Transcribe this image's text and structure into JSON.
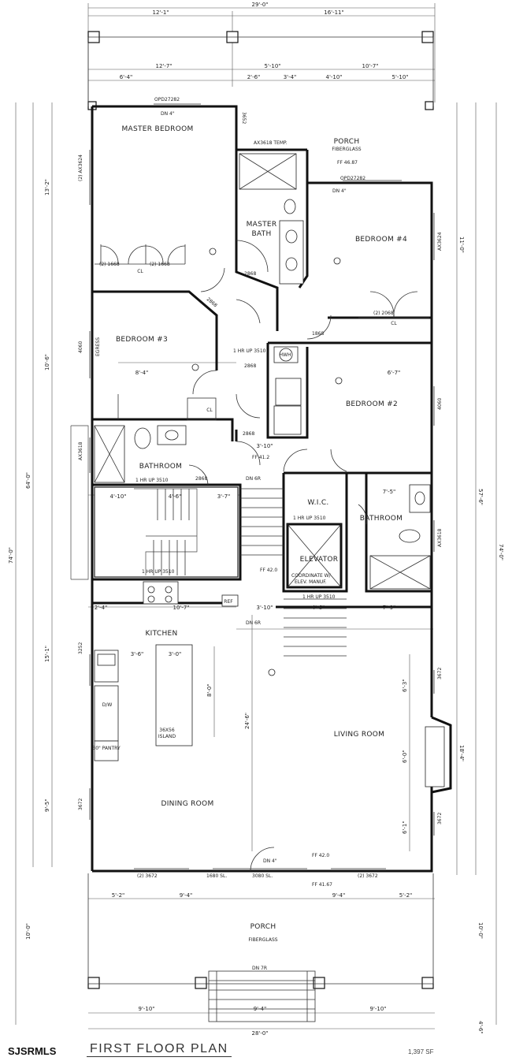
{
  "title": "FIRST FLOOR PLAN",
  "square_feet": "1,397 SF",
  "mls_label": "SJSRMLS",
  "rooms": {
    "master_bedroom": "MASTER BEDROOM",
    "porch_top": "PORCH",
    "porch_top_sub": "FIBERGLASS",
    "master_bath_1": "MASTER",
    "master_bath_2": "BATH",
    "bedroom4": "BEDROOM #4",
    "bedroom3": "BEDROOM #3",
    "bedroom2": "BEDROOM #2",
    "bathroom_left": "BATHROOM",
    "bathroom_right": "BATHROOM",
    "wic": "W.I.C.",
    "elevator": "ELEVATOR",
    "kitchen": "KITCHEN",
    "living_room": "LIVING ROOM",
    "dining_room": "DINING ROOM",
    "porch_bottom": "PORCH",
    "porch_bottom_sub": "FIBERGLASS",
    "pantry": "30\" PANTRY",
    "island_1": "36X56",
    "island_2": "ISLAND",
    "dw": "D/W",
    "ref": "REF",
    "hwh": "HWH",
    "cl_master": "CL",
    "cl_bed4": "CL",
    "cl_bed3": "CL"
  },
  "notes": {
    "dn4_top": "DN 4\"",
    "opd_top": "OPD27282",
    "ax3618_temp": "AX3618 TEMP.",
    "ff_468": "FF 46.87",
    "opd_bed4": "OPD27282",
    "dn4_bed4": "DN 4\"",
    "dn4_bottom": "DN 4\"",
    "dn7r": "DN 7R",
    "ff_412": "FF 41.2",
    "ff_420a": "FF 42.0",
    "ff_420b": "FF 42.0",
    "ff_416": "FF 41.67",
    "dn6r_a": "DN 6R",
    "dn6r_b": "DN 6R",
    "hr_up_a": "1 HR UP 3510",
    "hr_up_b": "1 HR UP 3510",
    "hr_up_c": "1 HR UP 3510",
    "hr_up_d": "1 HR UP 3510",
    "hr_up_e": "1 HR UP 3510",
    "coord": "COORDINATE W/",
    "coord2": "ELEV. MANUF.",
    "egress": "EGRESS",
    "sl1": "1680 SL.",
    "sl2": "3080 SL.",
    "win_bot1": "(2) 3672",
    "win_bot2": "(2) 3672",
    "cl1668a": "(2) 1668",
    "cl1668b": "(2) 1668",
    "cl2068": "(2) 2068",
    "d2868a": "2868",
    "d2868b": "2868",
    "d2868c": "2868",
    "d2868d": "2868",
    "d2868e": "2868",
    "d1868": "1868",
    "w3652": "3652",
    "w3252": "3252",
    "w3672a": "3672",
    "w3672b": "3672",
    "w3672c": "3672",
    "w4060a": "4060",
    "w4060b": "4060",
    "ax3624a": "(2) AX3624",
    "ax3624b": "AX3624",
    "ax3618a": "AX3618",
    "ax3618b": "AX3618"
  },
  "dims": {
    "top_total": "29'-0\"",
    "top_left": "12'-1\"",
    "top_right": "16'-11\"",
    "r2_a": "12'-7\"",
    "r2_b": "5'-10\"",
    "r2_c": "10'-7\"",
    "r3_a": "6'-4\"",
    "r3_b": "2'-6\"",
    "r3_c": "3'-4\"",
    "r3_d": "4'-10\"",
    "r3_e": "5'-10\"",
    "left_total": "74'-0\"",
    "left_64": "64'-0\"",
    "left_13": "13'-2\"",
    "left_10": "10'-6\"",
    "left_15": "15'-1\"",
    "left_9": "9'-5\"",
    "left_10b": "10'-0\"",
    "right_total": "74'-0\"",
    "right_57": "57'-6\"",
    "right_11": "11'-0\"",
    "right_10": "10'-0\"",
    "right_18": "18'-4\"",
    "right_4": "4'-6\"",
    "bot_total": "28'-0\"",
    "bot_a": "9'-10\"",
    "bot_b": "9'-4\"",
    "bot_c": "9'-10\"",
    "porch_a": "5'-2\"",
    "porch_b": "9'-4\"",
    "porch_c": "9'-4\"",
    "porch_d": "5'-2\"",
    "kitchen_w": "10'-7\"",
    "kitchen_a": "2'-4\"",
    "living_h": "24'-6\"",
    "living_a": "6'-3\"",
    "living_b": "6'-0\"",
    "living_c": "6'-1\"",
    "island_h": "8'-0\"",
    "island_a": "3'-6\"",
    "island_b": "3'-0\"",
    "stair_a": "4'-10\"",
    "stair_b": "4'-6\"",
    "stair_c": "3'-7\"",
    "bed3_w": "8'-4\"",
    "bed2_w": "6'-7\"",
    "hall_w": "3'-10\"",
    "hall_b": "3'-10\"",
    "bath_r": "7'-5\"",
    "elev_a": "4'-6\"",
    "elev_b": "7'-9\""
  }
}
